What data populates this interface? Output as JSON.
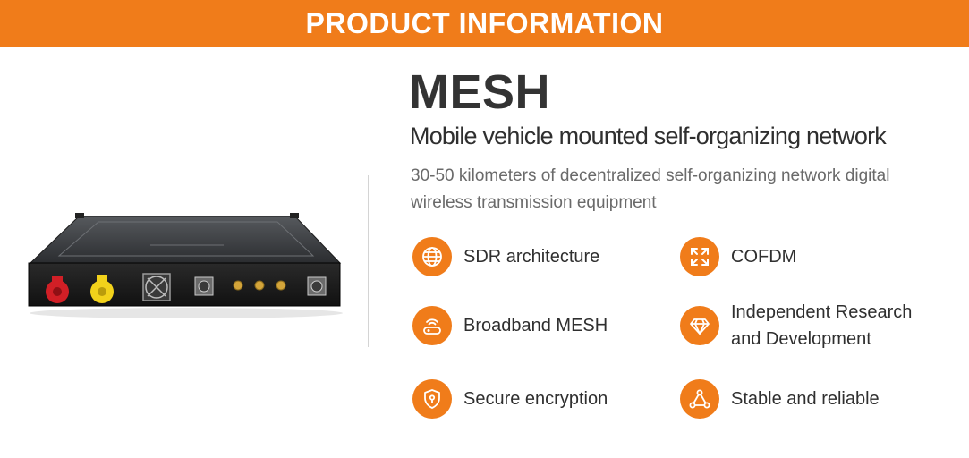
{
  "header": {
    "title": "PRODUCT INFORMATION"
  },
  "product": {
    "name": "MESH",
    "subtitle": "Mobile vehicle mounted self-organizing network",
    "description": "30-50 kilometers of decentralized self-organizing network digital wireless transmission equipment"
  },
  "features": [
    {
      "label": "SDR architecture",
      "icon": "globe-icon"
    },
    {
      "label": "COFDM",
      "icon": "expand-arrows-icon"
    },
    {
      "label": "Broadband MESH",
      "icon": "router-wifi-icon"
    },
    {
      "label": "Independent Research and Development",
      "icon": "diamond-icon"
    },
    {
      "label": "Secure encryption",
      "icon": "shield-icon"
    },
    {
      "label": "Stable and reliable",
      "icon": "triangle-nodes-icon"
    }
  ],
  "colors": {
    "accent": "#f07c1a",
    "title": "#333333",
    "text": "#2f2f2f",
    "muted": "#6a6a6a"
  }
}
